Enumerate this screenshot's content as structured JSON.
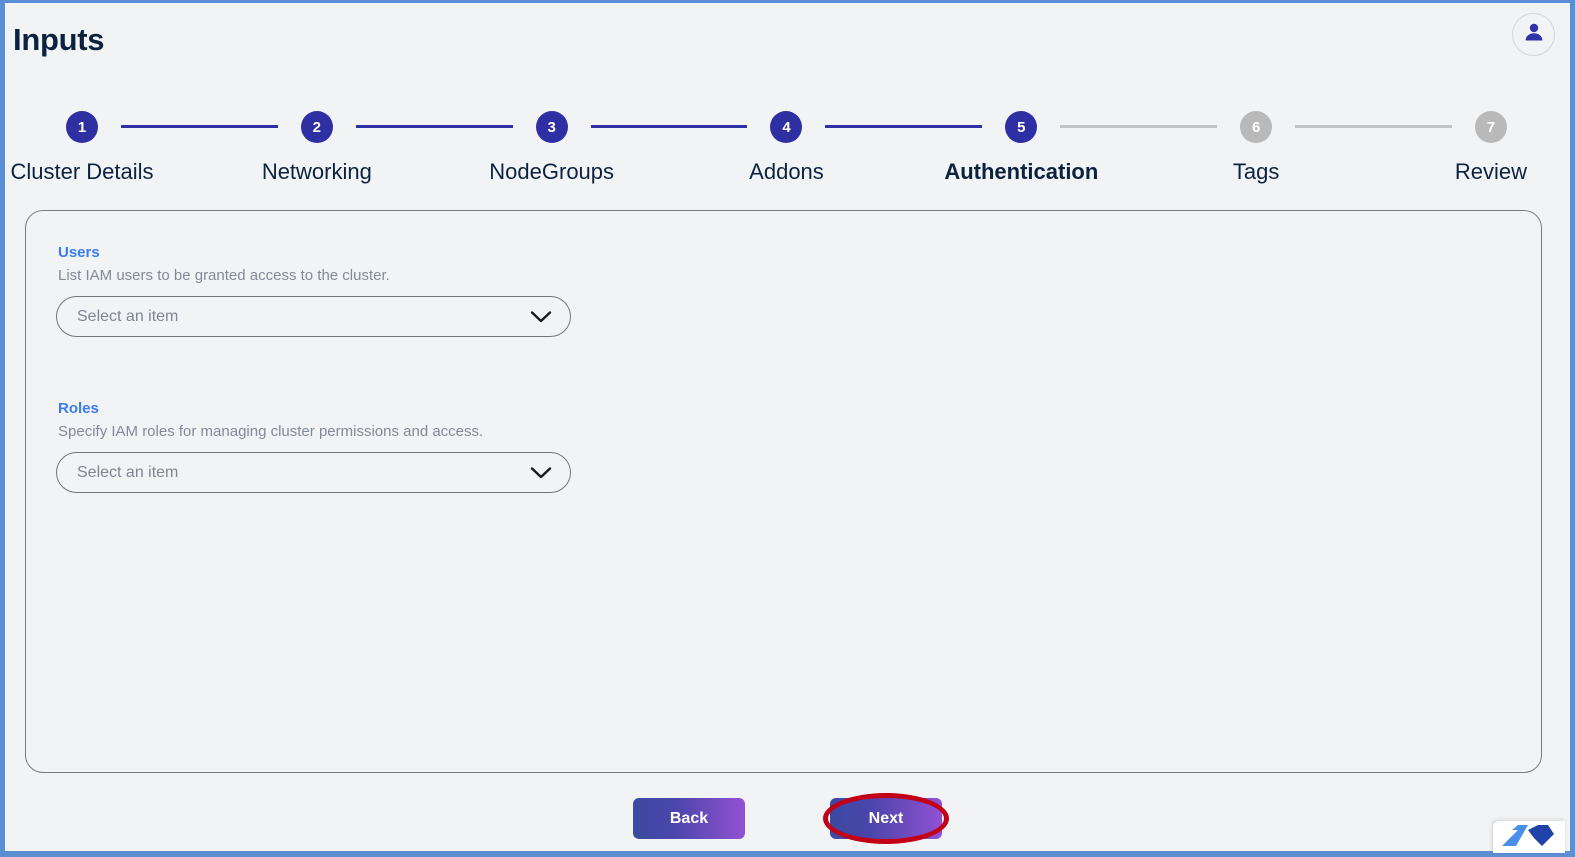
{
  "header": {
    "title": "Inputs",
    "avatar_icon": "user-avatar-icon"
  },
  "colors": {
    "active_step": "#2e2fa3",
    "inactive_step": "#b9b9b9",
    "label_accent": "#3b7df0",
    "title": "#0c2340",
    "page_border": "#5b8fd4",
    "highlight": "#c20016"
  },
  "stepper": {
    "current_step": 5,
    "steps": [
      {
        "number": "1",
        "label": "Cluster Details",
        "state": "done"
      },
      {
        "number": "2",
        "label": "Networking",
        "state": "done"
      },
      {
        "number": "3",
        "label": "NodeGroups",
        "state": "done"
      },
      {
        "number": "4",
        "label": "Addons",
        "state": "done"
      },
      {
        "number": "5",
        "label": "Authentication",
        "state": "current"
      },
      {
        "number": "6",
        "label": "Tags",
        "state": "inactive"
      },
      {
        "number": "7",
        "label": "Review",
        "state": "inactive"
      }
    ]
  },
  "form": {
    "fields": [
      {
        "label": "Users",
        "description": "List IAM users to be granted access to the cluster.",
        "placeholder": "Select an item",
        "value": "Select an item",
        "chevron_icon": "chevron-down-icon"
      },
      {
        "label": "Roles",
        "description": "Specify IAM roles for managing cluster permissions and access.",
        "placeholder": "Select an item",
        "value": "Select an item",
        "chevron_icon": "chevron-down-icon"
      }
    ]
  },
  "footer": {
    "back_label": "Back",
    "next_label": "Next",
    "next_highlighted": true
  },
  "widget": {
    "icon": "chat-widget-logo-icon"
  }
}
